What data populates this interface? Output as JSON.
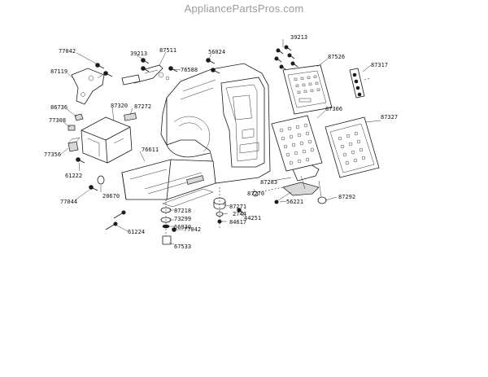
{
  "watermark": "AppliancePartsPros.com",
  "labels": {
    "p77042a": "77042",
    "p87119": "87119",
    "p39213a": "39213",
    "p87511": "87511",
    "p56024": "56024",
    "p76588": "76588",
    "p39213b": "39213",
    "p87526": "87526",
    "p87317": "87317",
    "p86736": "86736",
    "p87320": "87320",
    "p87272": "87272",
    "p77308": "77308",
    "p87306": "87306",
    "p87327": "87327",
    "p77356": "77356",
    "p76611": "76611",
    "p61222": "61222",
    "p87283": "87283",
    "p87270": "87270",
    "p56221": "56221",
    "p87292": "87292",
    "p77044": "77044",
    "p20670": "20670",
    "p87271": "87271",
    "p2744": "2744",
    "p44251": "44251",
    "p84617": "84617",
    "p87218": "87218",
    "p73299": "73299",
    "p66030": "66030",
    "p77042b": "77042",
    "p61224": "61224",
    "p67533": "67533"
  }
}
